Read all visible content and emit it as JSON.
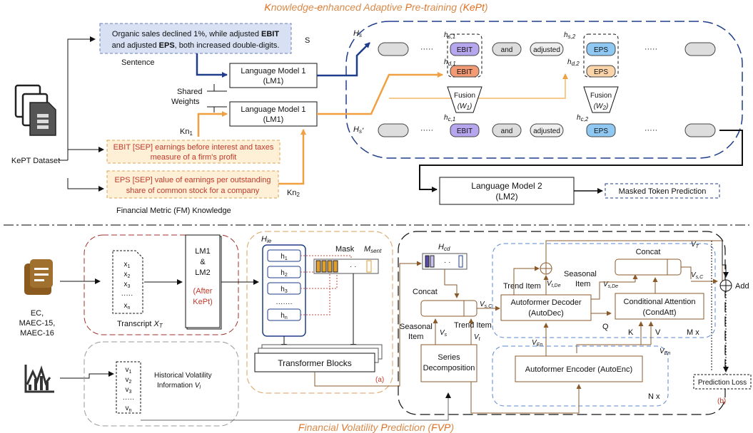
{
  "top_title": {
    "p1": "K",
    "p2": "nowledge-",
    "p3": "e",
    "p4": "nhanced Adaptive ",
    "p5": "P",
    "p6": "re-",
    "p7": "t",
    "p8": "raining (",
    "p9": "KePt",
    "p10": ")"
  },
  "bottom_title": {
    "p1": "F",
    "p2": "inancial ",
    "p3": "V",
    "p4": "olatility ",
    "p5": "P",
    "p6": "rediction (",
    "p7": "FVP",
    "p8": ")"
  },
  "kept": {
    "sentence_l1a": "Organic sales declined 1%, while adjusted ",
    "sentence_l1b": "EBIT",
    "sentence_l2a": "and adjusted ",
    "sentence_l2b": "EPS",
    "sentence_l2c": ", both increased double-digits.",
    "s_label": "S",
    "sentence_label": "Sentence",
    "dataset_label": "KePT Dataset",
    "lm1_top_l1": "Language Model 1",
    "lm1_top_l2": "(LM1)",
    "lm1_bot_l1": "Language Model 1",
    "lm1_bot_l2": "(LM1)",
    "shared_l1": "Shared",
    "shared_l2": "Weights",
    "kn1": "Kn1",
    "kn2": "Kn2",
    "ebit_def_l1": "EBIT [SEP] earnings before interest and taxes",
    "ebit_def_l2": "measure of a firm's profit",
    "eps_def_l1": "EPS [SEP] value of earnings per outstanding",
    "eps_def_l2": "share of common stock for a company",
    "fm_knowledge": "Financial Metric (FM) Knowledge",
    "hs": "Hs",
    "hs1": "hs,1",
    "hs2": "hs,2",
    "hd1": "hd,1",
    "hd2": "hd,2",
    "hc1": "hc,1",
    "hc2": "hc,2",
    "hs_prime": "Hs'",
    "tok_ebit": "EBIT",
    "tok_and": "and",
    "tok_adjusted": "adjusted",
    "tok_eps": "EPS",
    "dots": "·····",
    "fusion1_l1": "Fusion",
    "fusion1_l2": "(W1)",
    "fusion2_l1": "Fusion",
    "fusion2_l2": "(W2)",
    "lm2_l1": "Language Model 2",
    "lm2_l2": "(LM2)",
    "masked": "Masked Token Prediction"
  },
  "fvp": {
    "ec_l1": "EC,",
    "ec_l2": "MAEC-15,",
    "ec_l3": "MAEC-16",
    "x_items": [
      "x1",
      "x2",
      "x3",
      "·····",
      "xn"
    ],
    "transcript": "Transcript XT",
    "lm_l1": "LM1",
    "lm_l2": "&",
    "lm_l3": "LM2",
    "after_l1": "(After",
    "after_l2": "KePt)",
    "v_items": [
      "v1",
      "v2",
      "v3",
      "·····",
      "vn"
    ],
    "hist_l1": "Historical Volatility",
    "hist_l2": "Information  Vl",
    "hie": "Hie",
    "h_items": [
      "h1",
      "h2",
      "h3",
      "·······",
      "hn"
    ],
    "mask": "Mask",
    "msent": "Msent",
    "transformer": "Transformer Blocks",
    "a": "(a)",
    "hcd": "Hcd",
    "concat1": "Concat",
    "vsc1": "Vs,C",
    "seasonal1_l1": "Seasonal",
    "seasonal1_l2": "Item",
    "vs": "Vs",
    "trend1": "Trend Item",
    "vt": "Vt",
    "series_l1": "Series",
    "series_l2": "Decomposition",
    "trend2": "Trend Item",
    "vtde": "Vt,De",
    "seasonal2_l1": "Seasonal",
    "seasonal2_l2": "Item",
    "vsde": "Vs,De",
    "autodec_l1": "Autoformer Decoder",
    "autodec_l2": "(AutoDec)",
    "concat2": "Concat",
    "vt_top": "VT",
    "vsc2": "Vs,C",
    "condatt_l1": "Conditional Attention",
    "condatt_l2": "(CondAtt)",
    "q": "Q",
    "k": "K",
    "v": "V",
    "mx": "M x",
    "ven1": "VEn",
    "ven2": "VEn",
    "autoenc": "Autoformer Encoder (AutoEnc)",
    "nx": "N x",
    "b": "(b)",
    "add": "Add",
    "pred_loss": "Prediction Loss"
  }
}
